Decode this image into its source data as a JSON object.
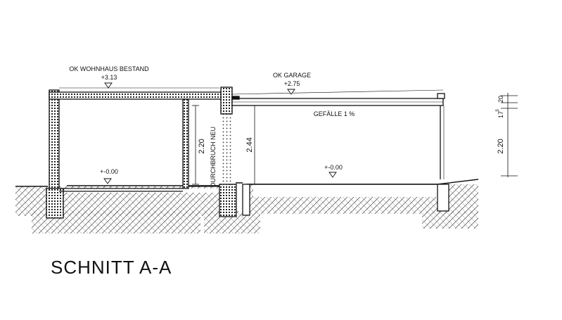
{
  "drawing": {
    "title": "SCHNITT A-A",
    "levels": {
      "wohnhaus_label": "OK WOHNHAUS BESTAND",
      "wohnhaus_value": "+3.13",
      "garage_label": "OK GARAGE",
      "garage_value": "+2.75",
      "floor_house": "+-0.00",
      "floor_garage": "+-0.00"
    },
    "slope": "GEFÄLLE 1 %",
    "opening": "DURCHBRUCH NEU",
    "dims": {
      "house_height": "2.20",
      "garage_height": "2.44",
      "right_top": "20",
      "right_mid": "17",
      "right_mid_sup": "5",
      "right_bottom": "2.20"
    }
  }
}
